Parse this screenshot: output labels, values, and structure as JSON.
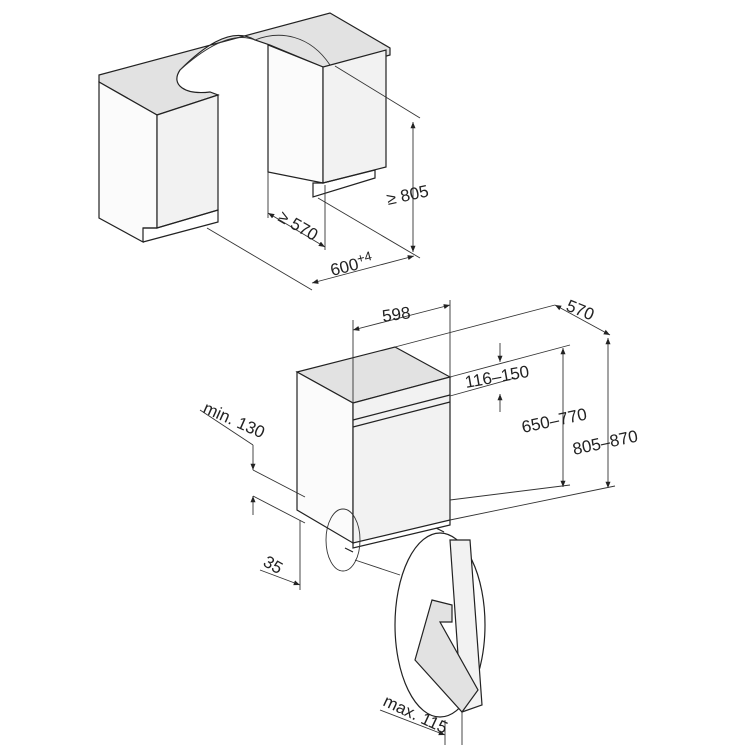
{
  "niche": {
    "min_height": "≥ 805",
    "min_depth": "≥ 570",
    "width": "600",
    "width_tolerance": "+4"
  },
  "appliance": {
    "width": "598",
    "depth": "570",
    "panel_height": "116–150",
    "door_height": "650–770",
    "total_height": "805–870",
    "plinth_height": "min. 130",
    "plinth_depth": "35",
    "panel_overhang": "max. 115"
  }
}
